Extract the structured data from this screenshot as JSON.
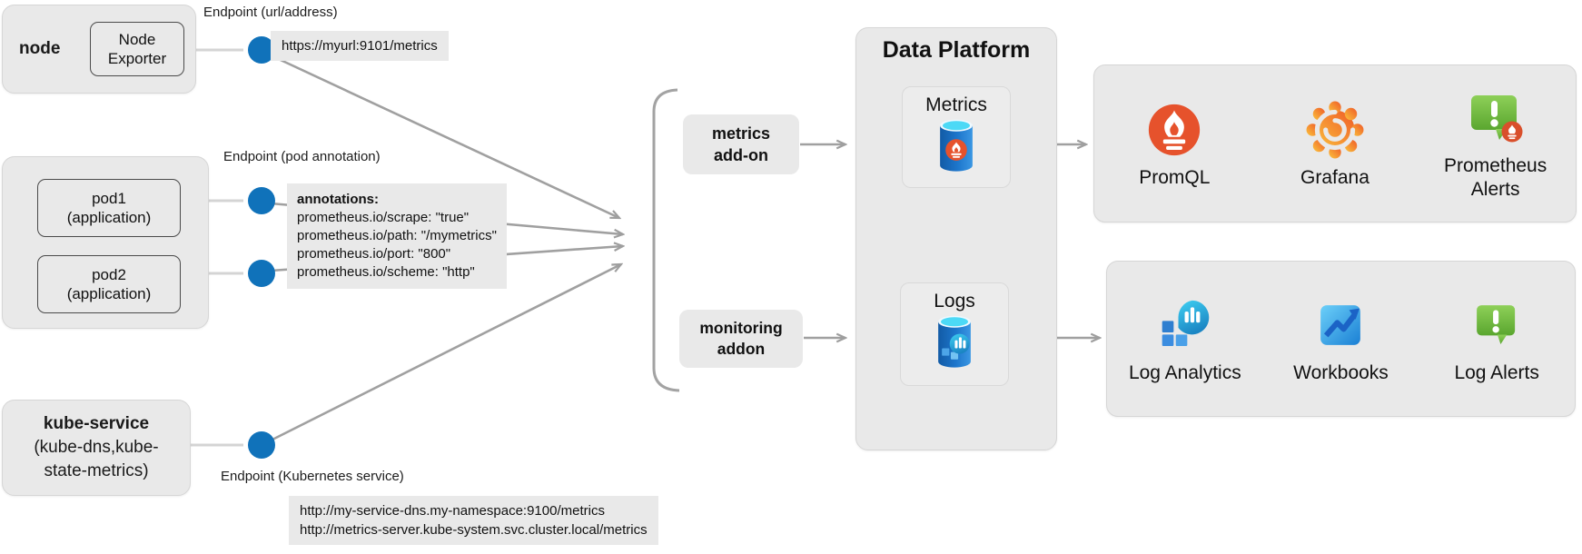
{
  "colors": {
    "box_gray": "#e9e9e9",
    "dot_blue": "#1072ba",
    "line_gray": "#a0a0a0",
    "prometheus_red": "#e6522c",
    "alert_green": "#6cbf3f",
    "azure_blue": "#2b8de0"
  },
  "node_group": {
    "title": "node",
    "exporter_line1": "Node",
    "exporter_line2": "Exporter",
    "endpoint_label": "Endpoint (url/address)",
    "url": "https://myurl:9101/metrics"
  },
  "pods_group": {
    "endpoint_label": "Endpoint (pod annotation)",
    "pod1_name": "pod1",
    "pod1_sub": "(application)",
    "pod2_name": "pod2",
    "pod2_sub": "(application)",
    "annotations_title": "annotations:",
    "annotations": [
      "prometheus.io/scrape: \"true\"",
      "prometheus.io/path: \"/mymetrics\"",
      "prometheus.io/port: \"800\"",
      "prometheus.io/scheme: \"http\""
    ]
  },
  "kube_group": {
    "title": "kube-service",
    "subtitle_line1": "(kube-dns,kube-",
    "subtitle_line2": "state-metrics)",
    "endpoint_label": "Endpoint (Kubernetes service)",
    "urls": [
      "http://my-service-dns.my-namespace:9100/metrics",
      "http://metrics-server.kube-system.svc.cluster.local/metrics"
    ]
  },
  "addons": {
    "metrics_line1": "metrics",
    "metrics_line2": "add-on",
    "monitoring_line1": "monitoring",
    "monitoring_line2": "addon"
  },
  "platform": {
    "title": "Data Platform",
    "metrics_label": "Metrics",
    "logs_label": "Logs"
  },
  "metrics_tools": {
    "promql": "PromQL",
    "grafana": "Grafana",
    "prom_alerts": "Prometheus Alerts"
  },
  "logs_tools": {
    "log_analytics": "Log Analytics",
    "workbooks": "Workbooks",
    "log_alerts": "Log Alerts"
  },
  "icons": {
    "endpoint": "blue-endpoint-dot",
    "metrics_store": "prometheus-database-icon",
    "logs_store": "logs-database-icon",
    "promql": "prometheus-flame-icon",
    "grafana": "grafana-spiral-icon",
    "prom_alerts": "prometheus-alert-bubble-icon",
    "log_analytics": "log-analytics-icon",
    "workbooks": "workbooks-chart-icon",
    "log_alerts": "alert-bubble-icon"
  }
}
